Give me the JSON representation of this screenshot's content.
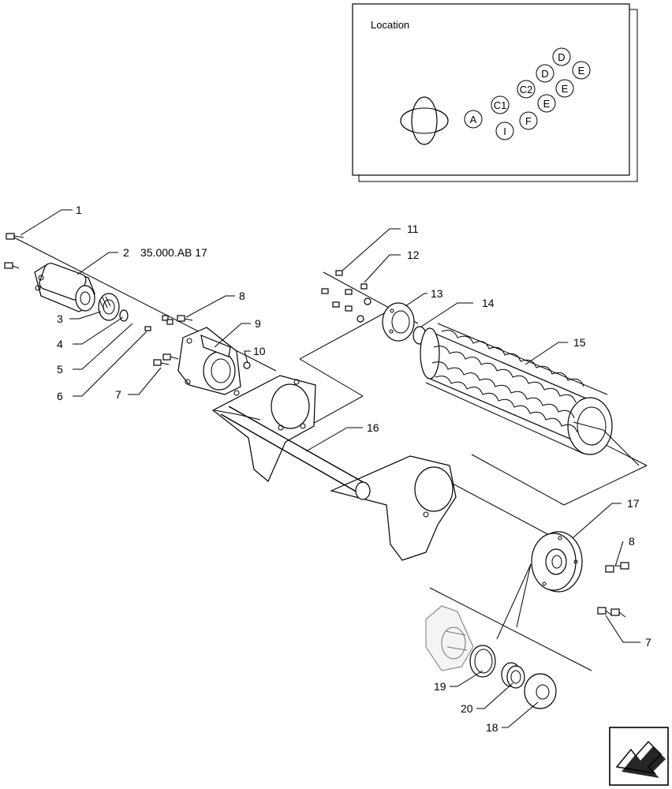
{
  "location_box": {
    "title": "Location",
    "markers": [
      "D",
      "E",
      "D",
      "C2",
      "E",
      "C1",
      "E",
      "A",
      "F",
      "I"
    ]
  },
  "reference": "35.000.AB 17",
  "callouts": [
    "1",
    "2",
    "3",
    "4",
    "5",
    "6",
    "7",
    "8",
    "9",
    "10",
    "11",
    "12",
    "13",
    "14",
    "15",
    "16",
    "17",
    "8",
    "7",
    "19",
    "20",
    "18"
  ],
  "nav_arrow": {
    "icon": "direction-arrow-icon"
  }
}
